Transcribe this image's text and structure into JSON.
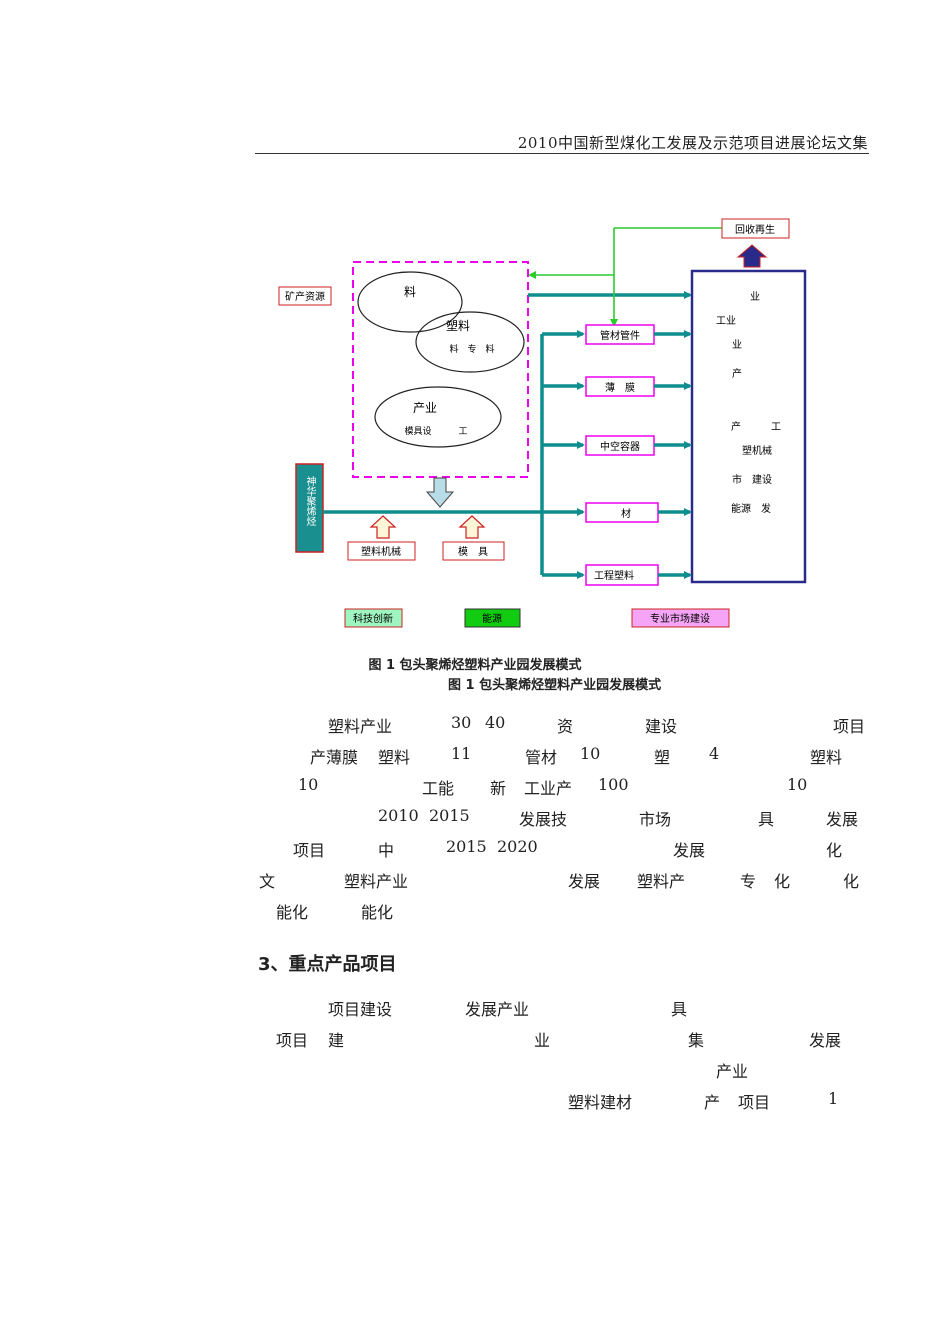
{
  "header": {
    "title": "2010中国新型煤化工发展及示范项目进展论坛文集"
  },
  "diagram": {
    "mineral": "矿产资源",
    "recycle": "回收再生",
    "e1": "料",
    "e2a": "塑料",
    "e2b": "料　专　料",
    "e3a": "产业",
    "e3b": "模具设　　　工",
    "shenhua": "神华聚烯烃",
    "pipes": "管材管件",
    "film": "薄　膜",
    "hollow": "中空容器",
    "material": "材",
    "engplastic": "工程塑料",
    "machinery": "塑料机械",
    "mold": "模　具",
    "innov": "科技创新",
    "energy": "能源",
    "market": "专业市场建设",
    "right": [
      "业",
      "工业",
      "业",
      "产",
      "产　　　工",
      "塑机械",
      "市　建设",
      "能源　发"
    ]
  },
  "caption": "图 1  包头聚烯烃塑料产业园发展模式",
  "caption_ghost": "图 1  包头聚烯烃塑料产业园发展模式",
  "para1": {
    "l1": [
      "塑料产业",
      "30",
      "40",
      "资",
      "建设",
      "项目"
    ],
    "l2": [
      "产薄膜",
      "塑料",
      "11",
      "管材",
      "10",
      "塑",
      "4",
      "塑料"
    ],
    "l3": [
      "10",
      "工能",
      "新",
      "工业产",
      "100",
      "10"
    ],
    "l4": [
      "2010",
      "2015",
      "发展技",
      "市场",
      "具",
      "发展"
    ],
    "l5": [
      "项目",
      "中",
      "2015",
      "2020",
      "发展",
      "化"
    ],
    "l6": [
      "文",
      "塑料产业",
      "发展",
      "塑料产",
      "专",
      "化",
      "化"
    ],
    "l7": [
      "能化",
      "能化"
    ]
  },
  "section": {
    "title": "3、重点产品项目"
  },
  "para2": {
    "l1": [
      "项目建设",
      "发展产业",
      "具"
    ],
    "l2": [
      "项目",
      "建",
      "业",
      "集",
      "发展"
    ],
    "l3": [
      "产业"
    ],
    "l4": [
      "塑料建材",
      "产",
      "项目",
      "1"
    ]
  },
  "colors": {
    "teal": "#0e8e8e",
    "green": "#2ccc2c",
    "magenta": "#ee00ee",
    "navy": "#2a2a8a",
    "red": "#cc2222"
  }
}
